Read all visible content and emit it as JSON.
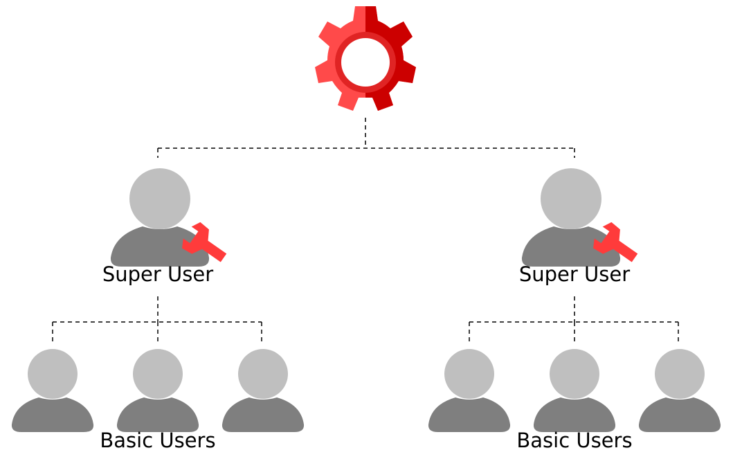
{
  "colors": {
    "gear_light": "#ff4a4a",
    "gear_dark": "#cc0000",
    "person_head": "#bfbfbf",
    "person_body": "#7f7f7f",
    "wrench": "#ff3b3b",
    "connector": "#000000"
  },
  "icons": {
    "root": "gear-icon",
    "super_user": "admin-user-icon",
    "basic_user": "user-icon"
  },
  "labels": {
    "super_user_left": "Super User",
    "super_user_right": "Super User",
    "basic_users_left": "Basic Users",
    "basic_users_right": "Basic Users"
  }
}
